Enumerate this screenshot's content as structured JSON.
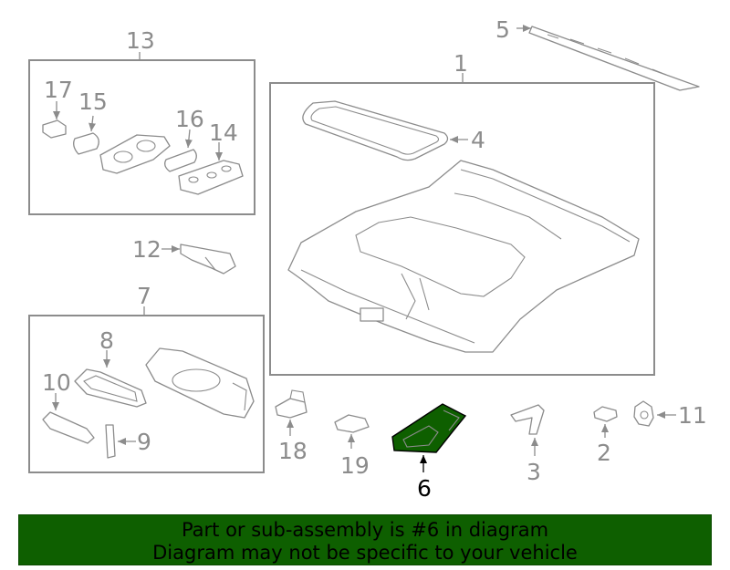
{
  "callouts": {
    "c1": "1",
    "c2": "2",
    "c3": "3",
    "c4": "4",
    "c5": "5",
    "c6": "6",
    "c7": "7",
    "c8": "8",
    "c9": "9",
    "c10": "10",
    "c11": "11",
    "c12": "12",
    "c13": "13",
    "c14": "14",
    "c15": "15",
    "c16": "16",
    "c17": "17",
    "c18": "18",
    "c19": "19"
  },
  "highlight": {
    "part": "6",
    "fill_color": "#0e5f00"
  },
  "colors": {
    "line": "#8c8c8c",
    "banner_bg": "#0e5f00",
    "banner_text": "#000000"
  },
  "banner": {
    "line1": "Part or sub-assembly is #6 in diagram",
    "line2": "Diagram may not be specific to your vehicle"
  }
}
